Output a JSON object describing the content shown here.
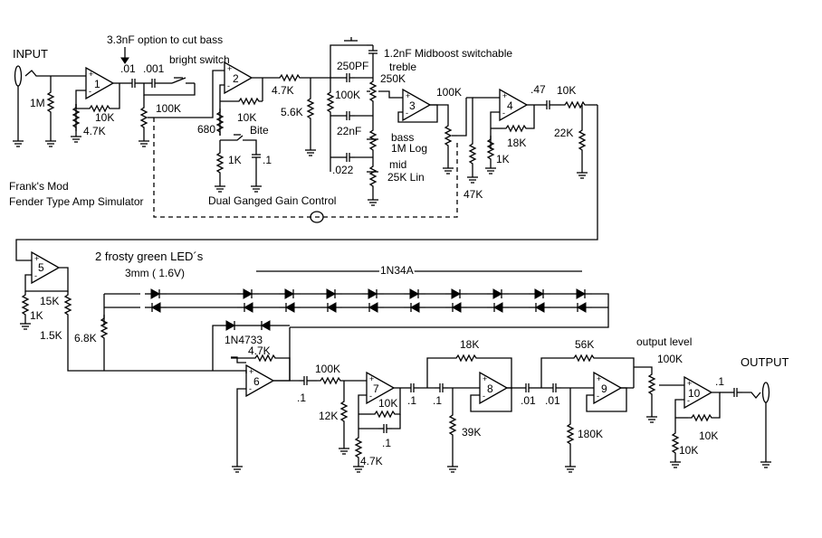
{
  "labels": {
    "input": "INPUT",
    "output": "OUTPUT",
    "bass_cut": "3.3nF option to cut bass",
    "bright": "bright switch",
    "midboost": "1.2nF Midboost switchable",
    "treble_cap": "250PF",
    "treble": "treble",
    "treble_pot": "250K",
    "bass": "bass",
    "bass_pot": "1M Log",
    "mid": "mid",
    "mid_pot": "25K Lin",
    "bite": "Bite",
    "gain": "Dual Ganged Gain Control",
    "title1": "Frank's Mod",
    "title2": "Fender Type Amp Simulator",
    "leds": "2 frosty green LED´s",
    "led_size": "3mm ( 1.6V)",
    "diode_type": "1N34A",
    "zener": "1N4733",
    "out_level": "output level"
  },
  "values": {
    "r1m": "1M",
    "c01a": ".01",
    "c001": ".001",
    "r10k_1": "10K",
    "r47k_1": "4.7K",
    "pot100k_1": "100K",
    "r10k_2": "10K",
    "r680": "680",
    "r1k_2": "1K",
    "c1_2": ".1",
    "r47k_2": "4.7K",
    "r56k": "5.6K",
    "r100k_t": "100K",
    "c22n": "22nF",
    "c022": ".022",
    "pot100k_2": "100K",
    "c47": ".47",
    "r10k_4": "10K",
    "r18k_4": "18K",
    "r1k_4": "1K",
    "r22k": "22K",
    "r47k_4": "47K",
    "r15k": "15K",
    "r1k_5": "1K",
    "r15_5": "1.5K",
    "r68k": "6.8K",
    "r47k_6": "4.7K",
    "c1_6": ".1",
    "r100k_7": "100K",
    "r12k": "12K",
    "r10k_7": "10K",
    "c1_7a": ".1",
    "c1_7b": ".1",
    "r47k_7": "4.7K",
    "c1_8": ".1",
    "r18k_8": "18K",
    "r39k": "39K",
    "c01_8": ".01",
    "c01_9": ".01",
    "r56k_9": "56K",
    "r180k": "180K",
    "pot100k_10": "100K",
    "c1_10": ".1",
    "r10k_10a": "10K",
    "r10k_10b": "10K"
  },
  "opamps": [
    "1",
    "2",
    "3",
    "4",
    "5",
    "6",
    "7",
    "8",
    "9",
    "10"
  ]
}
